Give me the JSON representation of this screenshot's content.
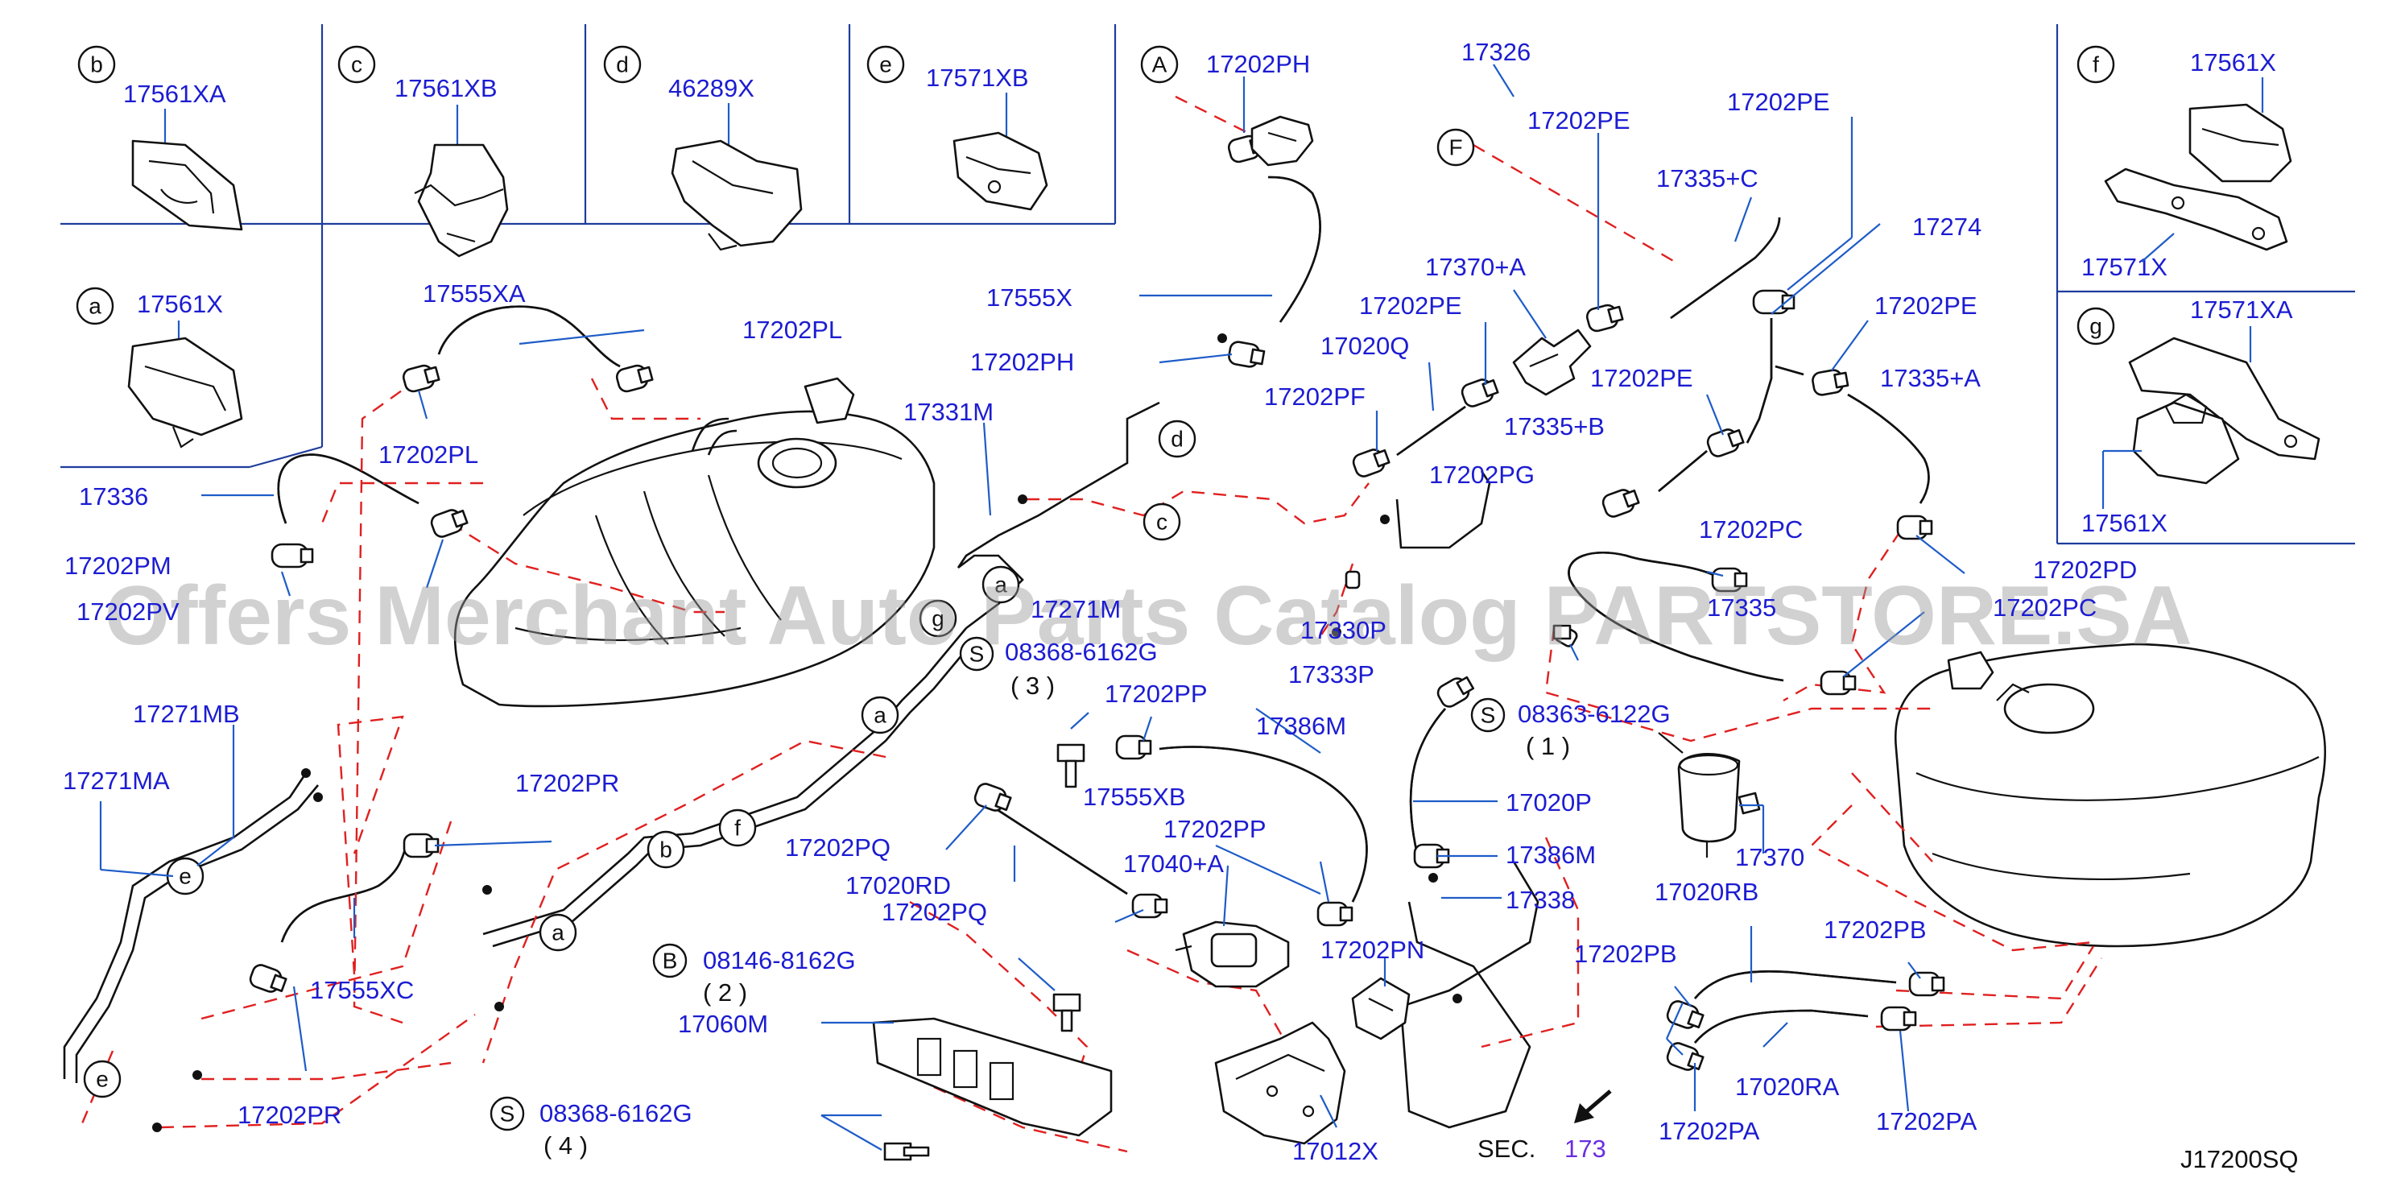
{
  "watermark": "Offers Merchant Auto Parts Catalog PARTSTORE.SA",
  "diagram_code": "J17200SQ",
  "sec_ref": {
    "prefix": "SEC.",
    "number": "173"
  },
  "callout_letters": [
    "a",
    "b",
    "c",
    "d",
    "e",
    "f",
    "g",
    "A",
    "F",
    "S",
    "B"
  ],
  "callouts": [
    {
      "letter": "b",
      "part": "17561XA"
    },
    {
      "letter": "c",
      "part": "17561XB"
    },
    {
      "letter": "d",
      "part": "46289X"
    },
    {
      "letter": "e",
      "part": "17571XB"
    },
    {
      "letter": "a",
      "part": "17561X"
    },
    {
      "letter": "f",
      "part": "17561X"
    },
    {
      "letter": "g",
      "part": "17571XA"
    }
  ],
  "bolts": [
    {
      "prefix": "S",
      "number": "08368-6162G",
      "qty": "( 3 )"
    },
    {
      "prefix": "S",
      "number": "08363-6122G",
      "qty": "( 1 )"
    },
    {
      "prefix": "B",
      "number": "08146-8162G",
      "qty": "( 2 )"
    },
    {
      "prefix": "S",
      "number": "08368-6162G",
      "qty": "( 4 )"
    }
  ],
  "parts": {
    "p17571X": "17571X",
    "p17561X_g": "17561X",
    "p17202PH_1": "17202PH",
    "p17555X": "17555X",
    "p17202PH_2": "17202PH",
    "p17326": "17326",
    "p17202PE_1": "17202PE",
    "p17202PE_2": "17202PE",
    "p17335C": "17335+C",
    "p17274": "17274",
    "p17370A": "17370+A",
    "p17202PE_3": "17202PE",
    "p17020Q": "17020Q",
    "p17202PE_4": "17202PE",
    "p17202PE_5": "17202PE",
    "p17335A": "17335+A",
    "p17202PF": "17202PF",
    "p17335B": "17335+B",
    "p17202PG": "17202PG",
    "p17331M": "17331M",
    "p17555XA": "17555XA",
    "p17202PL_1": "17202PL",
    "p17202PL_2": "17202PL",
    "p17336": "17336",
    "p17202PM": "17202PM",
    "p17202PV": "17202PV",
    "p17271M": "17271M",
    "p17333P": "17333P",
    "p17330P": "17330P",
    "p17202PC_1": "17202PC",
    "p17335": "17335",
    "p17202PC_2": "17202PC",
    "p17202PD": "17202PD",
    "p17271MB": "17271MB",
    "p17271MA": "17271MA",
    "p17202PP_1": "17202PP",
    "p17386M_1": "17386M",
    "p17202PR_1": "17202PR",
    "p17555XB": "17555XB",
    "p17020P": "17020P",
    "p17370": "17370",
    "p17202PQ_1": "17202PQ",
    "p17202PP_2": "17202PP",
    "p17040A": "17040+A",
    "p17020RD": "17020RD",
    "p17386M_2": "17386M",
    "p17202PQ_2": "17202PQ",
    "p17338": "17338",
    "p17020RB": "17020RB",
    "p17202PB_1": "17202PB",
    "p17202PB_2": "17202PB",
    "p17555XC": "17555XC",
    "p17202PN": "17202PN",
    "p17060M": "17060M",
    "p17020RA": "17020RA",
    "p17202PR_2": "17202PR",
    "p17202PA_1": "17202PA",
    "p17202PA_2": "17202PA",
    "p17012X": "17012X"
  }
}
